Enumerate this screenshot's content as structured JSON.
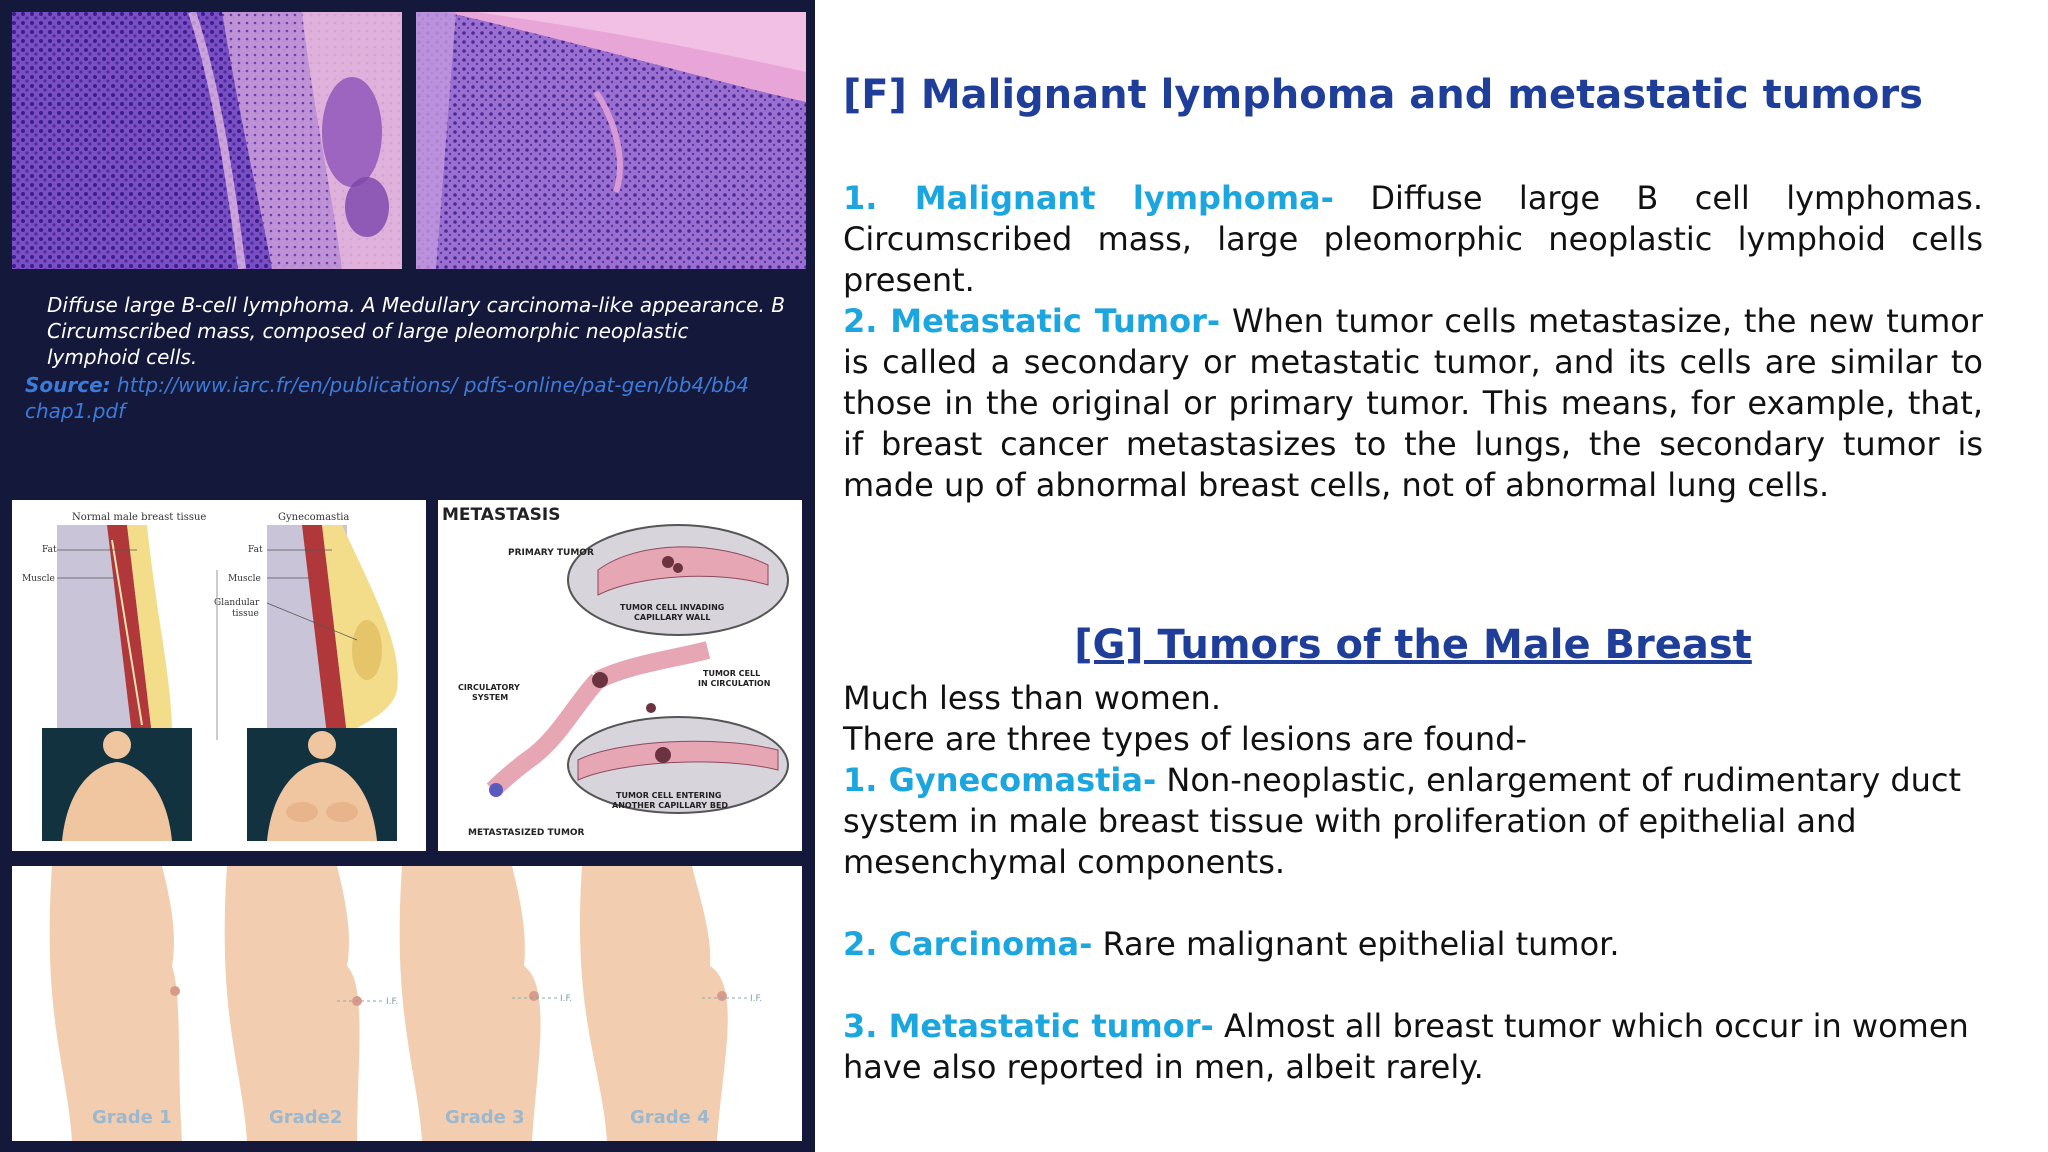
{
  "left": {
    "caption_line1": "Diffuse large B-cell lymphoma. A Medullary carcinoma-like appearance. B Circumscribed mass, composed of large pleomorphic neoplastic lymphoid cells.",
    "source_label": "Source:",
    "source_url": "http://www.iarc.fr/en/publications/ pdfs-online/pat-gen/bb4/bb4 chap1.pdf",
    "gyneco_fig": {
      "title_normal": "Normal male breast tissue",
      "title_gyneco": "Gynecomastia",
      "fat": "Fat",
      "muscle": "Muscle",
      "fat2": "Fat",
      "muscle2": "Muscle",
      "glandular": "Glandular",
      "tissue": "tissue"
    },
    "metastasis_fig": {
      "title": "METASTASIS",
      "primary": "PRIMARY TUMOR",
      "invading1": "TUMOR CELL INVADING",
      "invading2": "CAPILLARY WALL",
      "circ1": "TUMOR CELL",
      "circ2": "IN CIRCULATION",
      "circsys1": "CIRCULATORY",
      "circsys2": "SYSTEM",
      "entering1": "TUMOR CELL ENTERING",
      "entering2": "ANOTHER CAPILLARY BED",
      "metastasized": "METASTASIZED TUMOR"
    },
    "grades_fig": {
      "g1": "Grade 1",
      "g2": "Grade2",
      "g3": "Grade 3",
      "g4": "Grade 4",
      "if": "I.F."
    }
  },
  "right": {
    "heading_f": "[F] Malignant lymphoma and metastatic tumors",
    "item1_label": "1.  Malignant lymphoma-",
    "item1_text": " Diffuse large B cell lymphomas. Circumscribed mass, large pleomorphic neoplastic lymphoid cells present.",
    "item2_label": "2.  Metastatic Tumor-",
    "item2_text": " When tumor cells metastasize, the new tumor is called a secondary or metastatic tumor, and its cells are similar to those in the original or primary tumor. This means, for example, that, if breast cancer metastasizes to the lungs, the secondary tumor is made up of abnormal breast cells, not of abnormal lung cells.",
    "heading_g": "[G] Tumors of the Male Breast",
    "line_a": "Much less than women.",
    "line_b": "There are three types of lesions are found-",
    "g1_label": "1. Gynecomastia-",
    "g1_text": " Non-neoplastic, enlargement of rudimentary duct system in male breast tissue with proliferation of epithelial and mesenchymal components.",
    "g2_label": "2. Carcinoma-",
    "g2_text": " Rare malignant epithelial tumor.",
    "g3_label": "3. Metastatic tumor-",
    "g3_text": " Almost all breast tumor which occur in women have also reported in men, albeit rarely."
  },
  "colors": {
    "heading": "#1f3e9a",
    "label": "#1ba6e0",
    "panel": "#14183a"
  }
}
